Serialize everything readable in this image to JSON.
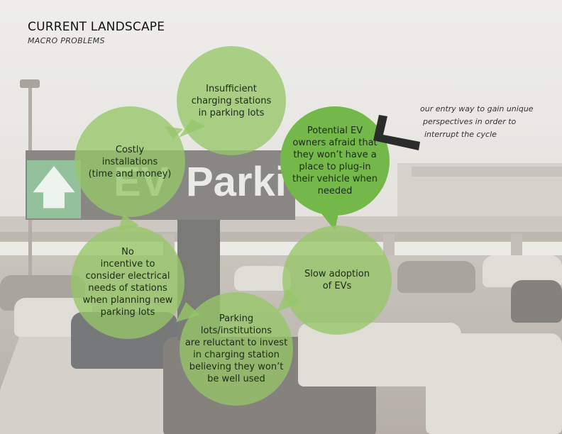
{
  "header": {
    "title": "CURRENT LANDSCAPE",
    "subtitle": "MACRO PROBLEMS"
  },
  "sign": {
    "ev": "EV",
    "parking": "Parki"
  },
  "bubbles": [
    {
      "id": "insufficient-stations",
      "lines": [
        "Insufficient",
        "charging stations",
        "in parking lots"
      ],
      "style": "light"
    },
    {
      "id": "costly-installations",
      "lines": [
        "Costly",
        "installations",
        "(time and money)"
      ],
      "style": "light"
    },
    {
      "id": "potential-owners-afraid",
      "lines": [
        "Potential EV",
        "owners afraid that",
        "they won’t have a",
        "place to plug-in",
        "their vehicle when",
        "needed"
      ],
      "style": "strong"
    },
    {
      "id": "no-incentive",
      "lines": [
        "No",
        "incentive to",
        "consider electrical",
        "needs of stations",
        "when planning new",
        "parking lots"
      ],
      "style": "light"
    },
    {
      "id": "slow-adoption",
      "lines": [
        "Slow adoption",
        "of EVs"
      ],
      "style": "light"
    },
    {
      "id": "reluctant-invest",
      "lines": [
        "Parking",
        "lots/institutions",
        "are reluctant to invest",
        "in charging station",
        "believing they won’t",
        "be well used"
      ],
      "style": "light"
    }
  ],
  "annotation": {
    "lines": [
      "our entry way to gain unique",
      "perspectives in order to",
      "interrupt the cycle"
    ]
  },
  "colors": {
    "bubble_light": "#96c768",
    "bubble_strong": "#74b84a",
    "sign_green": "#6cae7a",
    "bracket": "#2b2b2b"
  },
  "icons": {
    "sign_arrow": "up-arrow-icon",
    "bracket": "corner-bracket-icon"
  }
}
